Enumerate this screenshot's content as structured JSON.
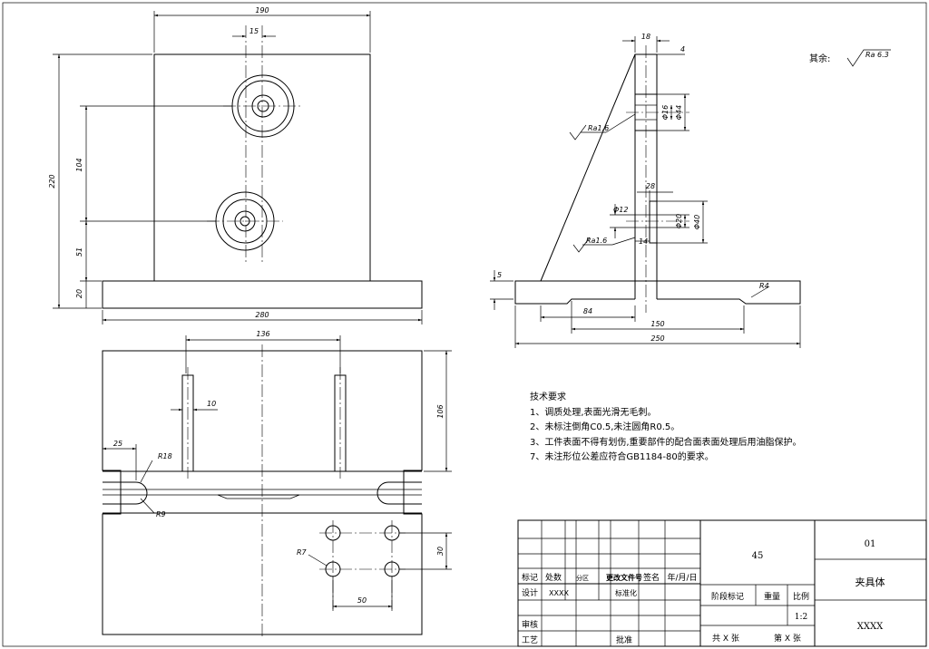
{
  "surface_note": {
    "label": "其余:",
    "value": "Ra 6.3"
  },
  "front_view": {
    "dims": {
      "width": "190",
      "hole_spacing": "15",
      "height": "220",
      "upper_offset": "104",
      "lower_offset": "51",
      "base_thickness": "20",
      "base_width": "280"
    }
  },
  "side_view": {
    "dims": {
      "top": "18",
      "offset": "4",
      "d16": "Φ16",
      "d44": "Φ44",
      "ra_top": "Ra1.6",
      "w28": "28",
      "d12": "Φ12",
      "d20": "Φ20",
      "d40": "Φ40",
      "ra_mid": "Ra1.6",
      "w14": "14",
      "h5": "5",
      "r4": "R4",
      "l84": "84",
      "l150": "150",
      "l250": "250"
    }
  },
  "top_view": {
    "dims": {
      "w136": "136",
      "h106": "106",
      "w10": "10",
      "w25": "25",
      "r18": "R18",
      "r9": "R9",
      "r7": "R7",
      "h30": "30",
      "w50": "50"
    }
  },
  "requirements": {
    "title": "技术要求",
    "items": [
      "1、调质处理,表面光滑无毛刺。",
      "2、未标注倒角C0.5,未注圆角R0.5。",
      "3、工件表面不得有划伤,重要部件的配合面表面处理后用油脂保护。",
      "7、未注形位公差应符合GB1184-80的要求。"
    ]
  },
  "title_block": {
    "header": [
      "标记",
      "处数",
      "分区",
      "更改文件号",
      "签名",
      "年/月/日"
    ],
    "design": "设计",
    "designer": "XXXX",
    "standardize": "标准化",
    "review": "审核",
    "process": "工艺",
    "approve": "批准",
    "material": "45",
    "stage": "阶段标记",
    "weight": "重量",
    "ratio_label": "比例",
    "ratio": "1:2",
    "sheets": "共 X 张",
    "sheet_no": "第 X 张",
    "code": "01",
    "name": "夹具体",
    "company": "XXXX"
  }
}
